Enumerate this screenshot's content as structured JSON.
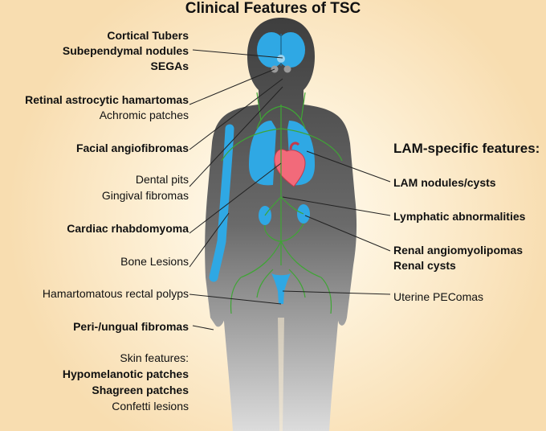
{
  "title": "Clinical Features of TSC",
  "left_labels": {
    "cortical_tubers": "Cortical Tubers",
    "subependymal_nodules": "Subependymal nodules",
    "segas": "SEGAs",
    "retinal_astrocytic_hamartomas": "Retinal astrocytic hamartomas",
    "achromic_patches": "Achromic patches",
    "facial_angiofibromas": "Facial angiofibromas",
    "dental_pits": "Dental pits",
    "gingival_fibromas": "Gingival fibromas",
    "cardiac_rhabdomyoma": "Cardiac rhabdomyoma",
    "bone_lesions": "Bone Lesions",
    "hamartomatous_rectal_polyps": "Hamartomatous rectal polyps",
    "peri_ungual_fibromas": "Peri-/ungual fibromas"
  },
  "skin": {
    "heading": "Skin features:",
    "hypomelanotic": "Hypomelanotic patches",
    "shagreen": "Shagreen patches",
    "confetti": "Confetti lesions"
  },
  "right_labels": {
    "lam_heading": "LAM-specific features:",
    "lam_nodules": "LAM nodules/cysts",
    "lymphatic": "Lymphatic abnormalities",
    "renal_aml": "Renal angiomyolipomas",
    "renal_cysts": "Renal cysts",
    "uterine_pecomas": "Uterine PEComas"
  },
  "colors": {
    "body_top": "#4a4a4a",
    "body_bottom": "#d9d9d9",
    "organ_blue": "#2fa8e4",
    "heart_pink": "#f26a7a",
    "lymph_green": "#3fa535",
    "eye_gray": "#9a9a9a",
    "leader_line": "#222222"
  }
}
